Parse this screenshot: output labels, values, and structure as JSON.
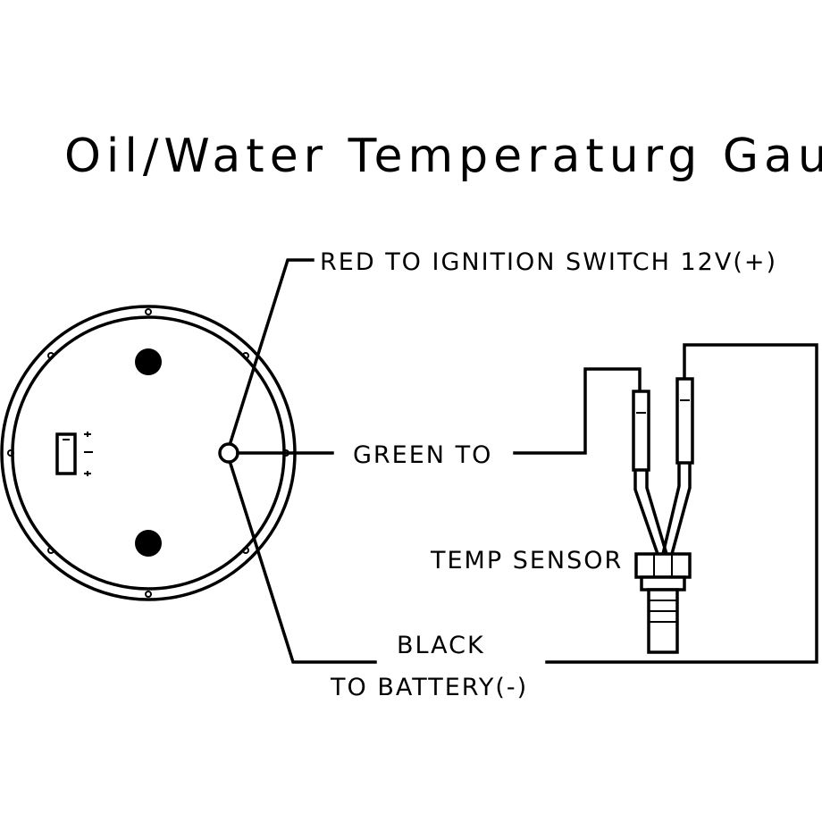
{
  "title": "Oil/Water Temperaturg Gauge",
  "labels": {
    "red_wire": "RED TO IGNITION SWITCH 12V(+)",
    "green_wire": "GREEN TO",
    "temp_sensor": "TEMP SENSOR",
    "black_line1": "BLACK",
    "black_line2": "TO BATTERY(-)"
  },
  "colors": {
    "ink": "#000000",
    "background": "#ffffff"
  }
}
